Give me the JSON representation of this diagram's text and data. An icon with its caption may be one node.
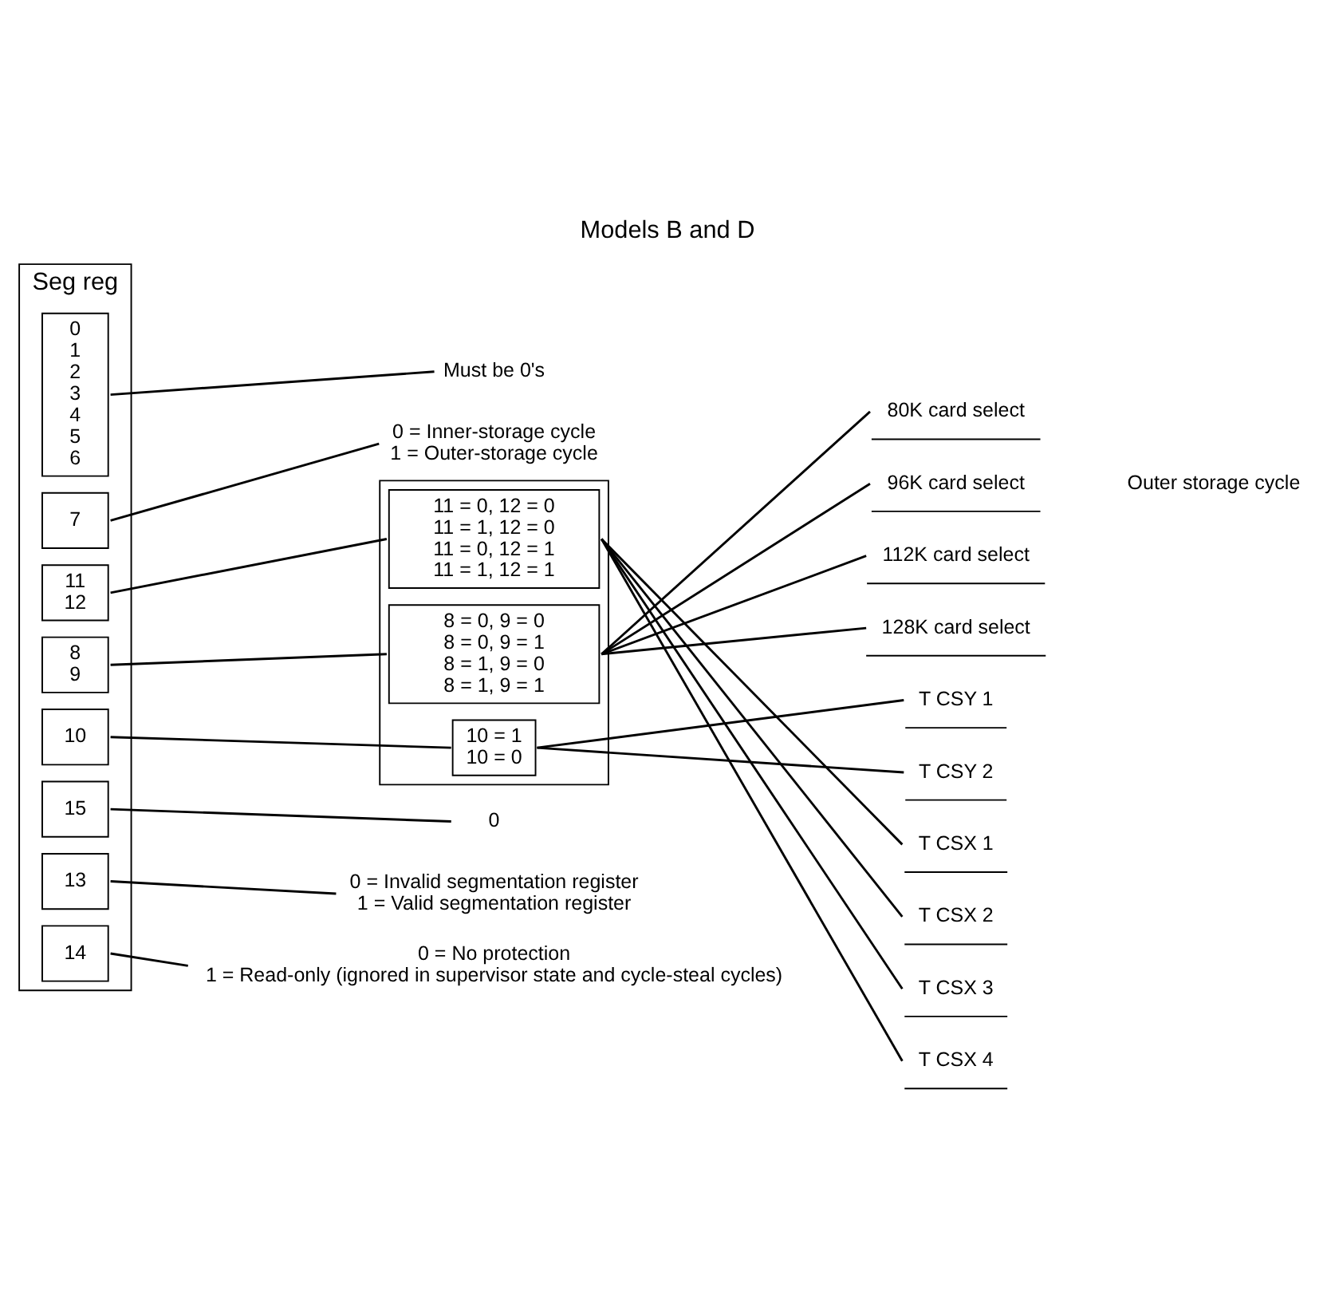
{
  "diagram": {
    "title": "Models B and D",
    "nodes": [
      {
        "text": [
          "Seg reg"
        ]
      },
      {
        "text": [
          "0",
          "1",
          "2",
          "3",
          "4",
          "5",
          "6"
        ],
        "in": 0
      },
      {
        "text": [
          "7"
        ],
        "in": 0
      },
      {
        "text": [
          "8",
          "9"
        ],
        "in": 0
      },
      {
        "text": [
          "10"
        ],
        "in": 0
      },
      {
        "text": [
          "11",
          "12"
        ],
        "in": 0
      },
      {
        "text": [
          "13"
        ],
        "in": 0
      },
      {
        "text": [
          "14"
        ],
        "in": 0
      },
      {
        "text": [
          "15"
        ],
        "in": 0
      },
      {
        "text": [
          "Must be 0's"
        ]
      },
      {
        "text": [
          "0 = Inner-storage cycle",
          "1 = Outer-storage cycle"
        ]
      },
      {
        "text": [],
        "shape": "box"
      },
      {
        "text": [
          "8 = 0, 9 = 0",
          "8 = 0, 9 = 1",
          "8 = 1, 9 = 0",
          "8 = 1, 9 = 1"
        ],
        "in": 11
      },
      {
        "text": [
          "10 = 1",
          "10 = 0"
        ],
        "in": 11
      },
      {
        "text": [
          "11 = 0, 12 = 0",
          "11 = 1, 12 = 0",
          "11 = 0, 12 = 1",
          "11 = 1, 12 = 1"
        ],
        "in": 11
      },
      {
        "text": [
          "80K card select"
        ]
      },
      {
        "text": [
          "96K card select"
        ]
      },
      {
        "text": [
          "112K card select"
        ]
      },
      {
        "text": [
          "128K card select"
        ]
      },
      {
        "text": [
          "T CSY 1"
        ]
      },
      {
        "text": [
          "T CSY 2"
        ]
      },
      {
        "text": [
          "T CSX 1"
        ]
      },
      {
        "text": [
          "T CSX 2"
        ]
      },
      {
        "text": [
          "T CSX 3"
        ]
      },
      {
        "text": [
          "T CSX 4"
        ]
      },
      {
        "text": [
          "0"
        ]
      },
      {
        "text": [
          "0 = Invalid segmentation register",
          "1 = Valid segmentation register"
        ]
      },
      {
        "text": [
          "0 = No protection",
          "1 = Read-only (ignored in supervisor state and cycle-steal cycles)"
        ]
      }
    ],
    "edges": [
      {
        "from": 1,
        "to": 9,
        "arrow": "none"
      },
      {
        "from": 2,
        "to": 10,
        "arrow": "none"
      },
      {
        "from": 3,
        "to": 12,
        "arrow": "none"
      },
      {
        "from": 4,
        "to": 13,
        "arrow": "none"
      },
      {
        "from": 5,
        "to": 14,
        "arrow": "none"
      },
      {
        "from": 8,
        "to": 25,
        "arrow": "none"
      },
      {
        "from": 6,
        "to": 26,
        "arrow": "none"
      },
      {
        "from": 7,
        "to": 27,
        "arrow": "none"
      },
      {
        "from": 12,
        "to": 15,
        "arrow": "none"
      },
      {
        "from": 12,
        "to": 16,
        "arrow": "none"
      },
      {
        "from": 12,
        "to": 17,
        "arrow": "none"
      },
      {
        "from": 12,
        "to": 18,
        "arrow": "none"
      },
      {
        "from": 13,
        "to": 19,
        "arrow": "none"
      },
      {
        "from": 13,
        "to": 20,
        "arrow": "none"
      },
      {
        "from": 14,
        "to": 21,
        "arrow": "none"
      },
      {
        "from": 14,
        "to": 22,
        "arrow": "none"
      },
      {
        "from": 14,
        "to": 23,
        "arrow": "none"
      },
      {
        "from": 14,
        "to": 24,
        "arrow": "none"
      }
    ],
    "labels": [
      "Outer storage cycle"
    ]
  }
}
